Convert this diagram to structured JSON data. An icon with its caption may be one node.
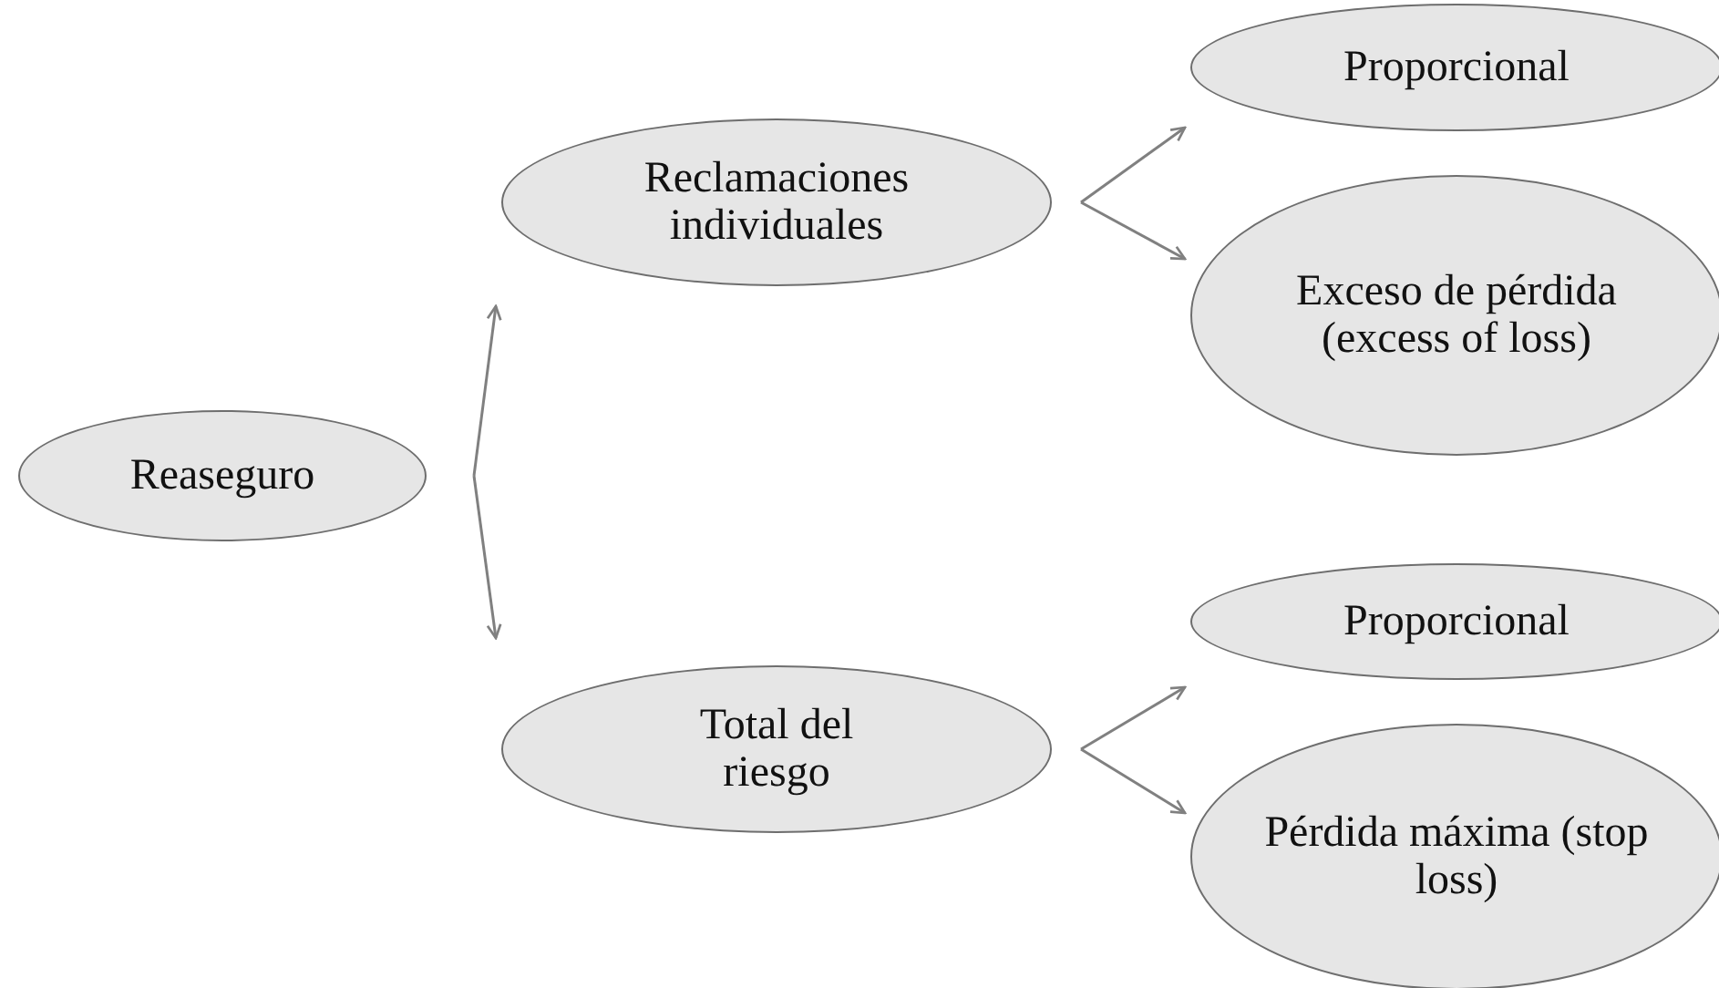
{
  "diagram": {
    "nodes": [
      {
        "text": [
          "Reaseguro"
        ]
      },
      {
        "text": [
          "Reclamaciones individuales"
        ]
      },
      {
        "text": [
          "Proporcional"
        ]
      },
      {
        "text": [
          "Exceso de pérdida (excess of loss)"
        ]
      },
      {
        "text": [
          "Total del riesgo"
        ]
      },
      {
        "text": [
          "Proporcional"
        ]
      },
      {
        "text": [
          "Pérdida máxima (stop loss)"
        ]
      }
    ],
    "edges": [
      {
        "from": 0,
        "to": 1,
        "arrow": "to"
      },
      {
        "from": 0,
        "to": 4,
        "arrow": "to"
      },
      {
        "from": 1,
        "to": 2,
        "arrow": "to"
      },
      {
        "from": 1,
        "to": 3,
        "arrow": "to"
      },
      {
        "from": 4,
        "to": 5,
        "arrow": "to"
      },
      {
        "from": 4,
        "to": 6,
        "arrow": "to"
      }
    ]
  }
}
